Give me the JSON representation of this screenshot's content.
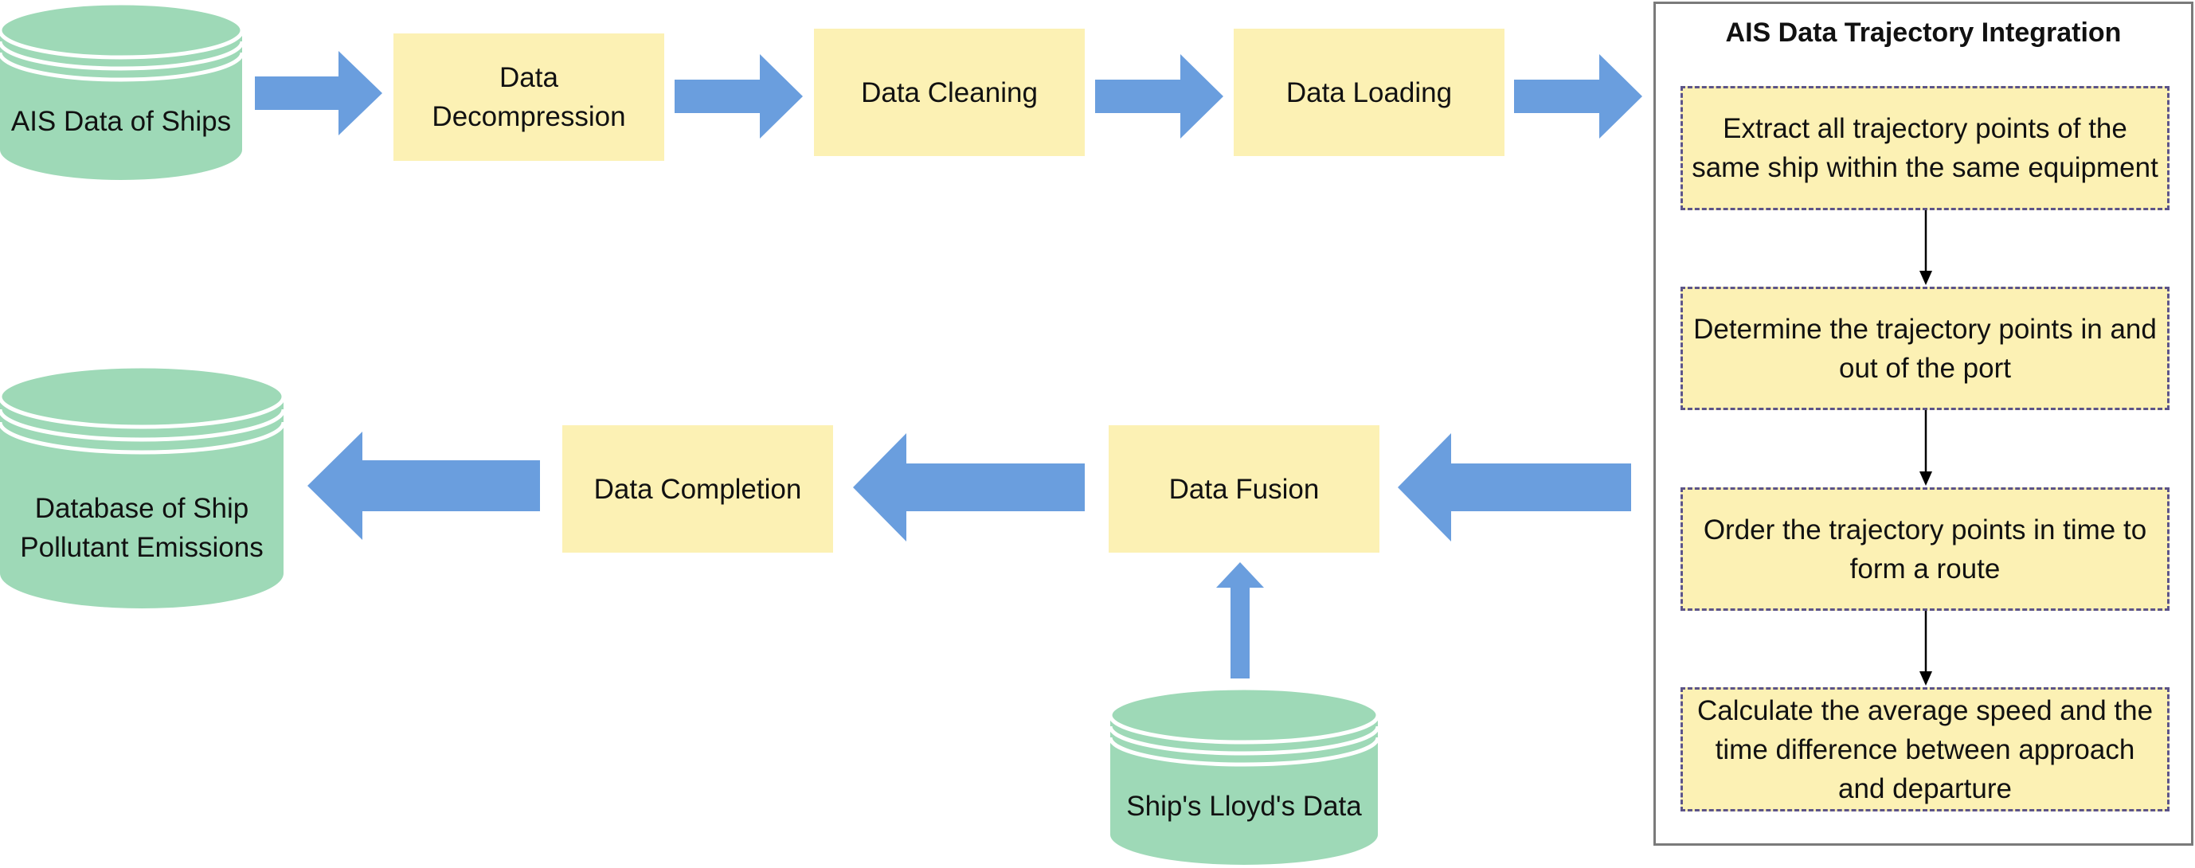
{
  "colors": {
    "process_fill": "#fcf1b4",
    "db_fill": "#9ed9b7",
    "db_stroke": "#ffffff",
    "arrow_fill": "#6a9ede",
    "dash_border": "#5c5489",
    "panel_border": "#7a7a7a",
    "connector": "#000000"
  },
  "databases": {
    "ais": "AIS Data of Ships",
    "emissions": "Database of Ship Pollutant Emissions",
    "lloyds": "Ship's Lloyd's Data"
  },
  "processes": {
    "decompression": "Data Decompression",
    "cleaning": "Data Cleaning",
    "loading": "Data Loading",
    "fusion": "Data Fusion",
    "completion": "Data Completion"
  },
  "panel": {
    "title": "AIS Data Trajectory Integration",
    "steps": [
      "Extract all trajectory points of the same ship within the same equipment",
      "Determine the trajectory points in and out of the port",
      "Order the trajectory points in time to form a route",
      "Calculate the average speed and the time difference between approach and departure"
    ]
  },
  "icons": [
    "database-icon",
    "block-arrow-right",
    "block-arrow-left",
    "block-arrow-up",
    "connector-arrow-down"
  ]
}
